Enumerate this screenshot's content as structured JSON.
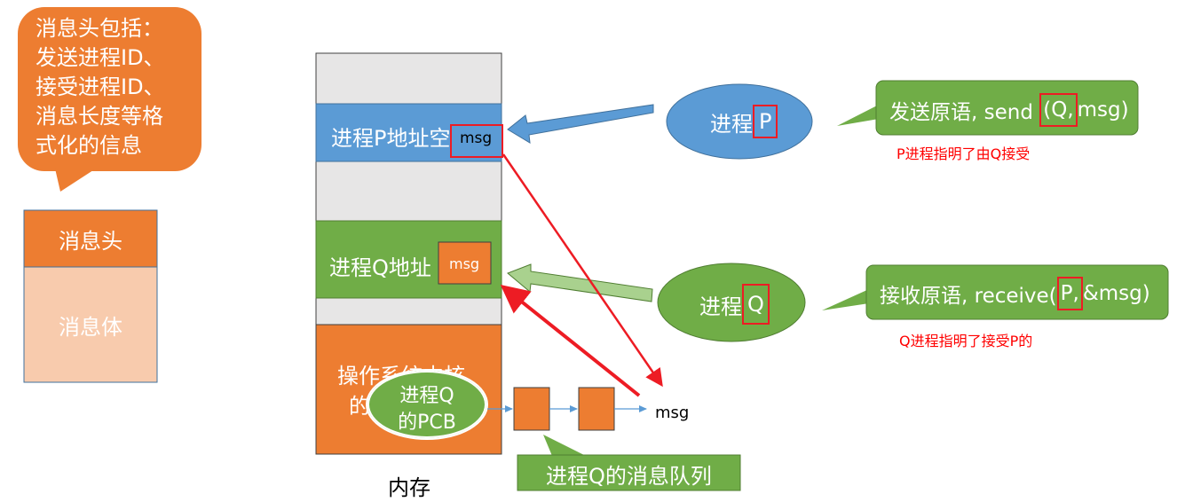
{
  "header_callout": {
    "lines": [
      "消息头包括：",
      "发送进程ID、",
      "接受进程ID、",
      "消息长度等格",
      "式化的信息"
    ]
  },
  "message_struct": {
    "header_label": "消息头",
    "body_label": "消息体"
  },
  "memory": {
    "p_space_label": "进程P地址空间",
    "q_space_label": "进程Q地址",
    "kernel_label_line1": "操作系统内核",
    "kernel_label_line2": "的",
    "pcb_line1": "进程Q",
    "pcb_line2": "的PCB",
    "caption": "内存"
  },
  "msg_tags": {
    "p_msg": "msg",
    "q_msg": "msg",
    "queue_msg": "msg"
  },
  "queue_callout": "进程Q的消息队列",
  "process_p": {
    "prefix": "进程",
    "id": "P",
    "send_callout_prefix": "发送原语, send",
    "send_arg_q": "(Q,",
    "send_suffix": " msg)",
    "note": "P进程指明了由Q接受"
  },
  "process_q": {
    "prefix": "进程",
    "id": "Q",
    "recv_callout_prefix": "接收原语, receive(",
    "recv_arg_p": "P,",
    "recv_suffix": " &msg)",
    "note": "Q进程指明了接受P的"
  },
  "colors": {
    "orange": "#ed7d31",
    "orange_light": "#f8cbad",
    "blue": "#5b9bd5",
    "green": "#70ad47",
    "green_light": "#a9d18e",
    "gray": "#e7e6e6",
    "red": "#ed1c24",
    "note_red": "#ff0000"
  }
}
